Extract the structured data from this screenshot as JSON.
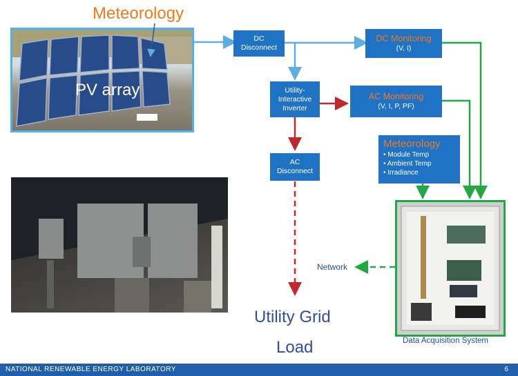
{
  "top_label": "Meteorology",
  "pv_label": "PV array",
  "boxes": {
    "dc_disconnect": [
      "DC",
      "Disconnect"
    ],
    "inverter": [
      "Utility-",
      "Interactive",
      "Inverter"
    ],
    "ac_disconnect": [
      "AC",
      "Disconnect"
    ],
    "dc_monitoring": {
      "title": "DC Monitoring",
      "sub": "(V, I)"
    },
    "ac_monitoring": {
      "title": "AC Monitoring",
      "sub": "(V, I, P, PF)"
    },
    "meteorology": {
      "title": "Meteorology",
      "items": [
        "• Module Temp",
        "• Ambient Temp",
        "• Irradiance"
      ]
    }
  },
  "network_label": "Network",
  "utility_grid_label": "Utility Grid",
  "load_label": "Load",
  "das_label": "Data Acquisition System",
  "footer": {
    "org": "NATIONAL RENEWABLE ENERGY LABORATORY",
    "page": "6"
  },
  "colors": {
    "box": "#1f72c4",
    "orange": "#f07a1c",
    "green": "#22a843",
    "red": "#c0282d",
    "light_blue": "#5aaee0",
    "footer": "#1f5ea8"
  }
}
